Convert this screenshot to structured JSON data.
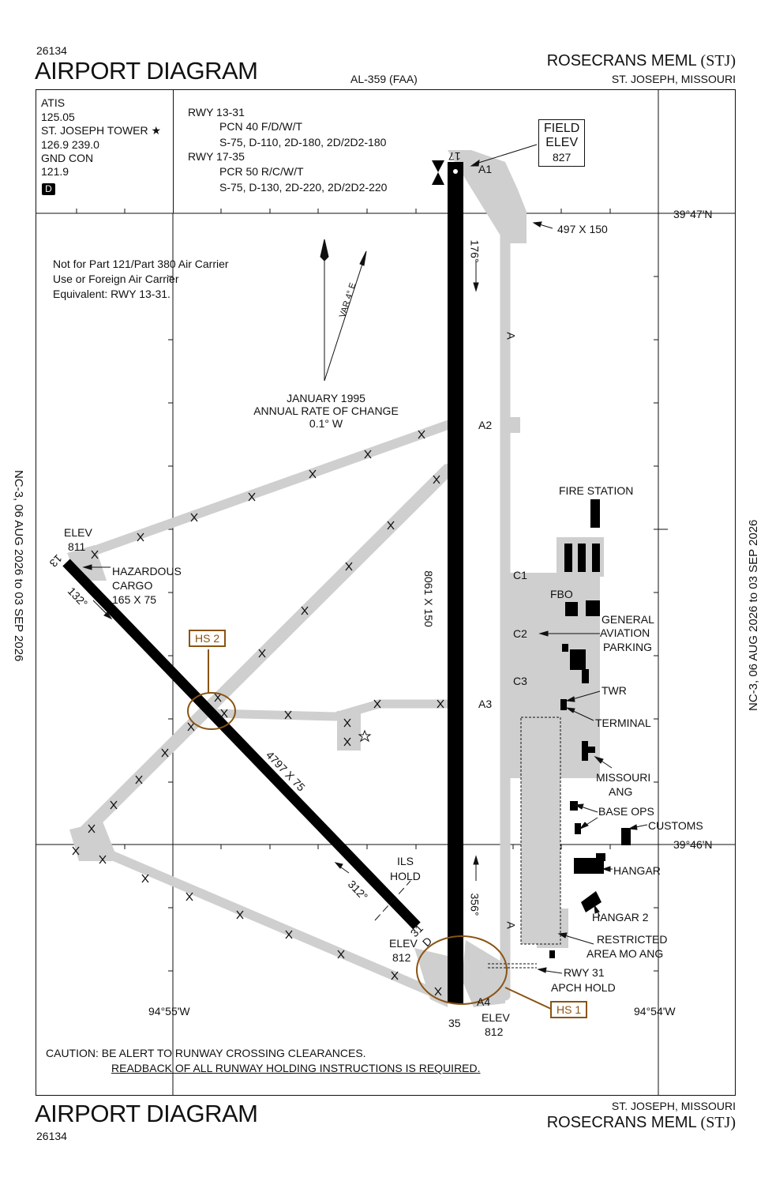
{
  "header": {
    "chart_number": "26134",
    "title": "AIRPORT DIAGRAM",
    "procedure_id": "AL-359 (FAA)",
    "airport_name": "ROSECRANS MEML",
    "airport_id": "(STJ)",
    "city": "ST. JOSEPH, MISSOURI"
  },
  "footer": {
    "title": "AIRPORT DIAGRAM",
    "chart_number": "26134",
    "city": "ST. JOSEPH, MISSOURI",
    "airport_name": "ROSECRANS MEML",
    "airport_id": "(STJ)"
  },
  "validity": "NC-3, 06 AUG 2026  to  03 SEP 2026",
  "comms": {
    "atis_label": "ATIS",
    "atis_freq": "125.05",
    "tower_label": "ST. JOSEPH TOWER",
    "tower_freq": "126.9  239.0",
    "gnd_label": "GND CON",
    "gnd_freq": "121.9",
    "dsymbol": "D"
  },
  "runway_info": {
    "rwy1_label": "RWY 13-31",
    "rwy1_pcn": "PCN 40 F/D/W/T",
    "rwy1_weights": "S-75, D-110, 2D-180, 2D/2D2-180",
    "rwy2_label": "RWY 17-35",
    "rwy2_pcr": "PCR 50 R/C/W/T",
    "rwy2_weights": "S-75, D-130, 2D-220, 2D/2D2-220"
  },
  "field_elev": {
    "label1": "FIELD",
    "label2": "ELEV",
    "value": "827"
  },
  "notes": {
    "part121_1": "Not for Part 121/Part 380 Air Carrier",
    "part121_2": "Use or Foreign Air Carrier",
    "part121_3": "Equivalent: RWY 13-31.",
    "var": "VAR 4° E",
    "annual_1": "JANUARY 1995",
    "annual_2": "ANNUAL RATE OF CHANGE",
    "annual_3": "0.1° W",
    "caution_1": "CAUTION: BE ALERT TO RUNWAY CROSSING CLEARANCES.",
    "caution_2": "READBACK OF ALL RUNWAY HOLDING INSTRUCTIONS IS REQUIRED."
  },
  "coords": {
    "lat_top": "39°47'N",
    "lat_bottom": "39°46'N",
    "lon_left": "94°55'W",
    "lon_right": "94°54'W"
  },
  "runways": {
    "rwy17": "17",
    "rwy35": "35",
    "rwy13": "13",
    "rwy31": "31",
    "rwy17_35_dims": "8061 X 150",
    "rwy13_31_dims": "4797 X 75",
    "hdg_176": "176°",
    "hdg_356": "356°",
    "hdg_132": "132°",
    "hdg_312": "312°",
    "overrun": "497 X 150",
    "d_marker": "D"
  },
  "taxiways": {
    "A": "A",
    "A1": "A1",
    "A2": "A2",
    "A3": "A3",
    "A4": "A4",
    "C1": "C1",
    "C2": "C2",
    "C3": "C3"
  },
  "elevations": {
    "elev_label": "ELEV",
    "elev_13": "811",
    "elev_31": "812",
    "elev_35": "812"
  },
  "labels": {
    "hazardous_1": "HAZARDOUS",
    "hazardous_2": "CARGO",
    "hazardous_3": "165 X 75",
    "fire_station": "FIRE STATION",
    "fbo": "FBO",
    "ga_1": "GENERAL",
    "ga_2": "AVIATION",
    "ga_3": "PARKING",
    "twr": "TWR",
    "terminal": "TERMINAL",
    "ang_1": "MISSOURI",
    "ang_2": "ANG",
    "base_ops": "BASE OPS",
    "customs": "CUSTOMS",
    "hangar": "HANGAR",
    "hangar2": "HANGAR 2",
    "restricted_1": "RESTRICTED",
    "restricted_2": "AREA MO ANG",
    "apch_1": "RWY 31",
    "apch_2": "APCH HOLD",
    "ils_1": "ILS",
    "ils_2": "HOLD",
    "hs1": "HS 1",
    "hs2": "HS 2"
  },
  "colors": {
    "taxiway": "#cfcfcf",
    "runway": "#000000",
    "hotspot": "#8a5413"
  }
}
